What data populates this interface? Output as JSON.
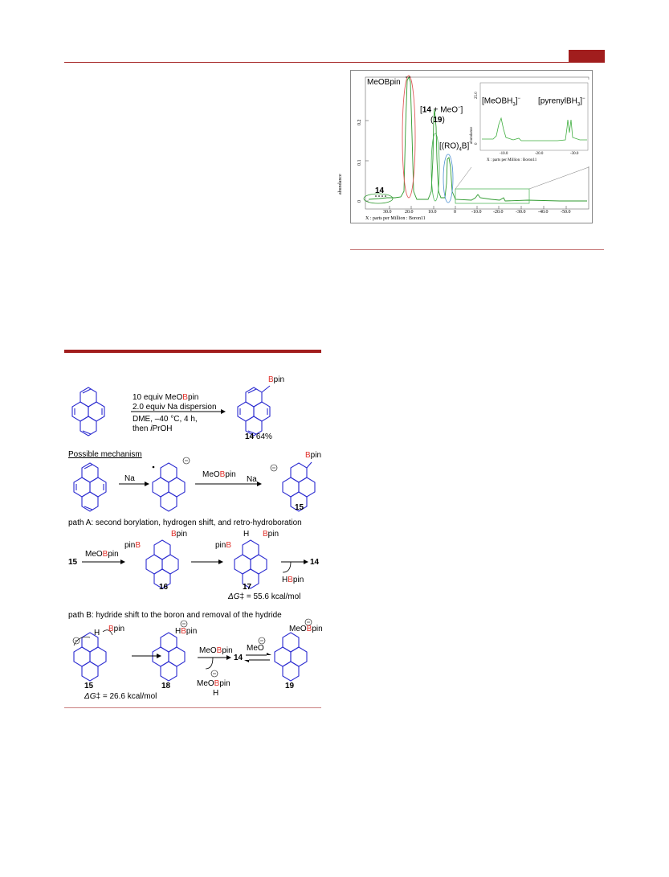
{
  "nmr": {
    "peak_labels": {
      "meobpin": "MeOBpin",
      "adduct_open": "[",
      "adduct_14": "14",
      "adduct_rest": " + MeO",
      "adduct_close": "]",
      "adduct_19_open": "(",
      "adduct_19": "19",
      "adduct_19_close": ")",
      "ro4b": "[(RO)",
      "ro4b_sub": "4",
      "ro4b_close": "B]",
      "cmpd14": "14"
    },
    "y_axis_label": "abundance",
    "y_ticks": [
      "0",
      "0.1",
      "0.2"
    ],
    "x_ticks": [
      "30.0",
      "20.0",
      "10.0",
      "0",
      "-10.0",
      "-20.0",
      "-30.0",
      "-40.0",
      "-50.0"
    ],
    "x_axis_label": "X : parts per Million : Boron11",
    "inset": {
      "label_meobh3": "[MeOBH",
      "label_meobh3_sub": "3",
      "label_meobh3_close": "]",
      "label_pyrenyl": "[pyrenylBH",
      "label_pyrenyl_sub": "3",
      "label_pyrenyl_close": "]",
      "y_axis_label": "abundance",
      "y_ticks": [
        "0",
        "25.0"
      ],
      "x_ticks": [
        "-10.0",
        "-20.0",
        "-30.0"
      ],
      "x_axis_label": "X : parts per Million : Boron11"
    }
  },
  "scheme": {
    "top": {
      "cond1": "10 equiv MeO",
      "cond1_b": "B",
      "cond1_c": "pin",
      "cond2": "2.0 equiv Na dispersion",
      "cond3": "DME, –40 °C, 4 h,",
      "cond4_a": "then ",
      "cond4_b": "i",
      "cond4_c": "PrOH",
      "product_b": "B",
      "product_pin": "pin",
      "yield_num": "14",
      "yield_pct": " 64%"
    },
    "mechanism": {
      "heading": "Possible mechanism",
      "na1": "Na",
      "meobpin_a": "MeO",
      "meobpin_b": "B",
      "meobpin_c": "pin",
      "na2": "Na",
      "bpin_b": "B",
      "bpin_pin": "pin",
      "cmpd15": "15"
    },
    "pathA": {
      "heading": "path A: second borylation, hydrogen shift, and retro-hydroboration",
      "start": "15",
      "reagent_a": "MeO",
      "reagent_b": "B",
      "reagent_c": "pin",
      "pinb_a": "pin",
      "pinb_b": "B",
      "bpin_b": "B",
      "bpin_pin": "pin",
      "cmpd16": "16",
      "h_label": "H",
      "pinb2_a": "pin",
      "pinb2_b": "B",
      "bpin2_b": "B",
      "bpin2_pin": "pin",
      "cmpd17": "17",
      "product": "14",
      "hbpin_h": "H",
      "hbpin_b": "B",
      "hbpin_pin": "pin",
      "dg_a": "ΔG",
      "dg_b": "‡ = 55.6 kcal/mol"
    },
    "pathB": {
      "heading": "path B: hydride shift to the boron and removal of the hydride",
      "h_label": "H",
      "bpin_b": "B",
      "bpin_pin": "pin",
      "cmpd15": "15",
      "hbpin_h": "H",
      "hbpin_b": "B",
      "hbpin_pin": "pin",
      "cmpd18": "18",
      "reagent_a": "MeO",
      "reagent_b": "B",
      "reagent_c": "pin",
      "byprod_a": "MeO",
      "byprod_b": "B",
      "byprod_c": "pin",
      "byprod_h": "H",
      "mid": "14",
      "meo": "MeO",
      "prod_a": "MeO",
      "prod_b": "B",
      "prod_c": "pin",
      "cmpd19": "19",
      "dg_a": "ΔG",
      "dg_b": "‡ = 26.6 kcal/mol"
    }
  }
}
